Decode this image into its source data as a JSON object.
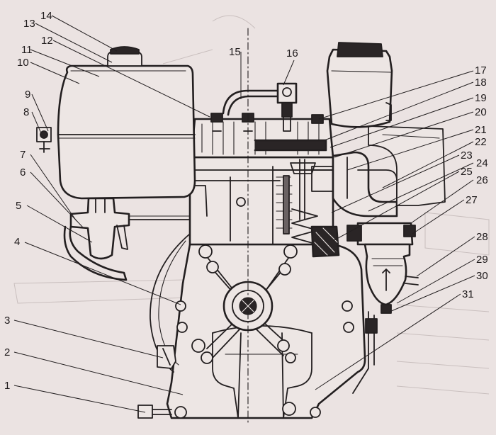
{
  "callouts": [
    {
      "n": "1"
    },
    {
      "n": "2"
    },
    {
      "n": "3"
    },
    {
      "n": "4"
    },
    {
      "n": "5"
    },
    {
      "n": "6"
    },
    {
      "n": "7"
    },
    {
      "n": "8"
    },
    {
      "n": "9"
    },
    {
      "n": "10"
    },
    {
      "n": "11"
    },
    {
      "n": "12"
    },
    {
      "n": "13"
    },
    {
      "n": "14"
    },
    {
      "n": "15"
    },
    {
      "n": "16"
    },
    {
      "n": "17"
    },
    {
      "n": "18"
    },
    {
      "n": "19"
    },
    {
      "n": "20"
    },
    {
      "n": "21"
    },
    {
      "n": "22"
    },
    {
      "n": "23"
    },
    {
      "n": "24"
    },
    {
      "n": "25"
    },
    {
      "n": "26"
    },
    {
      "n": "27"
    },
    {
      "n": "28"
    },
    {
      "n": "29"
    },
    {
      "n": "30"
    },
    {
      "n": "31"
    }
  ],
  "colors": {
    "paper": "#ebe3e2",
    "ink": "#231f20"
  }
}
